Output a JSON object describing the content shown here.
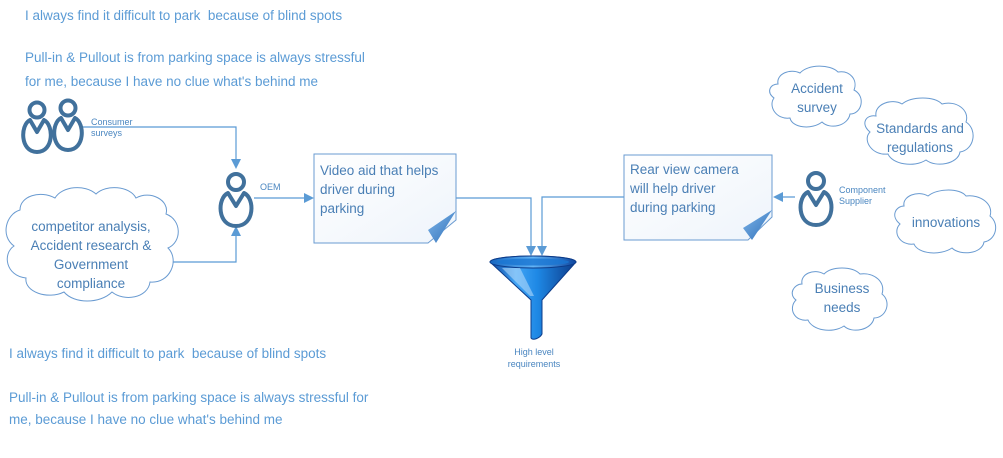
{
  "top_quotes": {
    "line1": "I always find it difficult to park  because of blind spots",
    "line2a": "Pull-in & Pullout is from parking space is always stressful",
    "line2b": "for me, because I have no clue what's behind me"
  },
  "bottom_quotes": {
    "line1": "I always find it difficult to park  because of blind spots",
    "line2a": "Pull-in & Pullout is from parking space is always stressful for",
    "line2b": "me, because I have no clue what's behind me"
  },
  "nodes": {
    "consumer_surveys": {
      "label_line1": "Consumer",
      "label_line2": "surveys",
      "icon": "users-icon"
    },
    "oem": {
      "label": "OEM",
      "icon": "user-icon"
    },
    "competitor_cloud": {
      "lines": [
        "competitor analysis,",
        "Accident research &",
        "Government",
        "compliance"
      ]
    },
    "note_video_aid": {
      "lines": [
        "Video aid that helps",
        "driver during",
        "parking"
      ]
    },
    "note_rear_camera": {
      "lines": [
        "Rear view camera",
        "will help driver",
        "during parking"
      ]
    },
    "funnel": {
      "label_line1": "High level",
      "label_line2": "requirements",
      "icon": "funnel-icon"
    },
    "component_supplier": {
      "label_line1": "Component",
      "label_line2": "Supplier",
      "icon": "user-icon"
    },
    "cloud_accident_survey": {
      "lines": [
        "Accident",
        "survey"
      ]
    },
    "cloud_standards": {
      "lines": [
        "Standards and",
        "regulations"
      ]
    },
    "cloud_innovations": {
      "lines": [
        "innovations"
      ]
    },
    "cloud_business": {
      "lines": [
        "Business",
        "needs"
      ]
    }
  },
  "colors": {
    "text": "#5b9bd5",
    "icon": "#41719c",
    "connector": "#5b9bd5",
    "note_border": "#6a9bd1",
    "funnel": "#1e88e5"
  }
}
